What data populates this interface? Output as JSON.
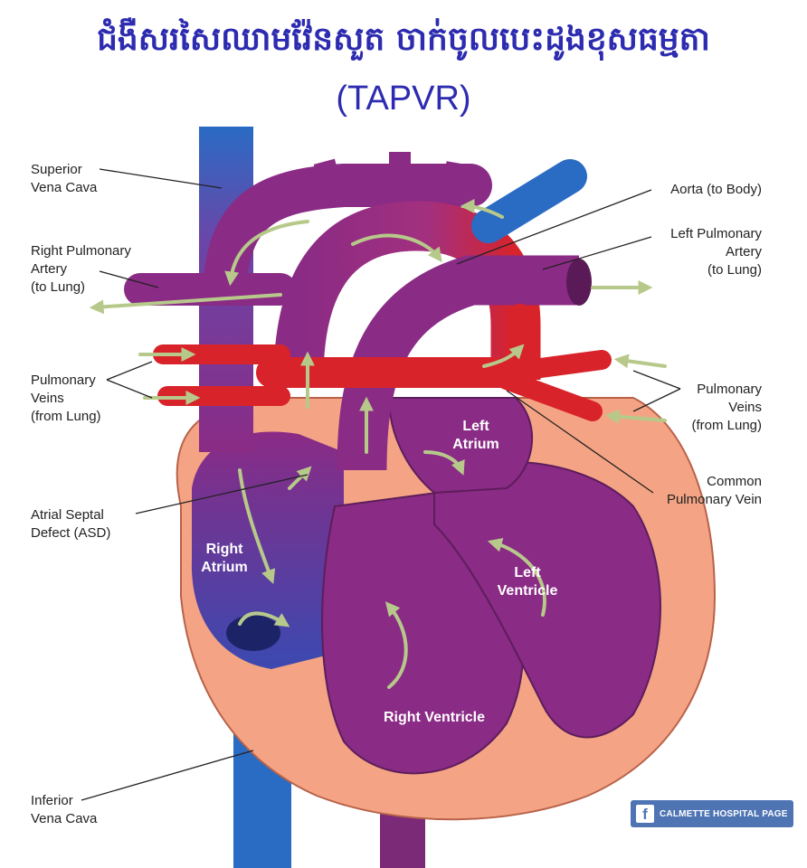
{
  "title": {
    "khmer": "ជំងឺសរសៃឈាមវ៉ែនសួត ចាក់ចូលបេះដូងខុសធម្មតា",
    "abbr": "(TAPVR)"
  },
  "labels": {
    "svc": [
      "Superior",
      "Vena Cava"
    ],
    "rpa": [
      "Right Pulmonary",
      "Artery",
      "(to Lung)"
    ],
    "pv_left": [
      "Pulmonary",
      "Veins",
      "(from Lung)"
    ],
    "asd": [
      "Atrial Septal",
      "Defect (ASD)"
    ],
    "ivc": [
      "Inferior",
      "Vena Cava"
    ],
    "aorta": [
      "Aorta (to Body)"
    ],
    "lpa": [
      "Left Pulmonary",
      "Artery",
      "(to Lung)"
    ],
    "pv_right": [
      "Pulmonary",
      "Veins",
      "(from Lung)"
    ],
    "cpv": [
      "Common",
      "Pulmonary Vein"
    ],
    "ra": [
      "Right",
      "Atrium"
    ],
    "la": [
      "Left",
      "Atrium"
    ],
    "lv": [
      "Left",
      "Ventricle"
    ],
    "rv": [
      "Right Ventricle"
    ]
  },
  "badge": {
    "icon": "f",
    "text": "CALMETTE HOSPITAL PAGE"
  },
  "colors": {
    "title": "#2d2bb0",
    "deoxygenated": "#2a6bc4",
    "oxygenated": "#d8232a",
    "mixed": "#8a2b85",
    "heart_wall": "#f4a484",
    "flow_arrow": "#b7c98a"
  }
}
